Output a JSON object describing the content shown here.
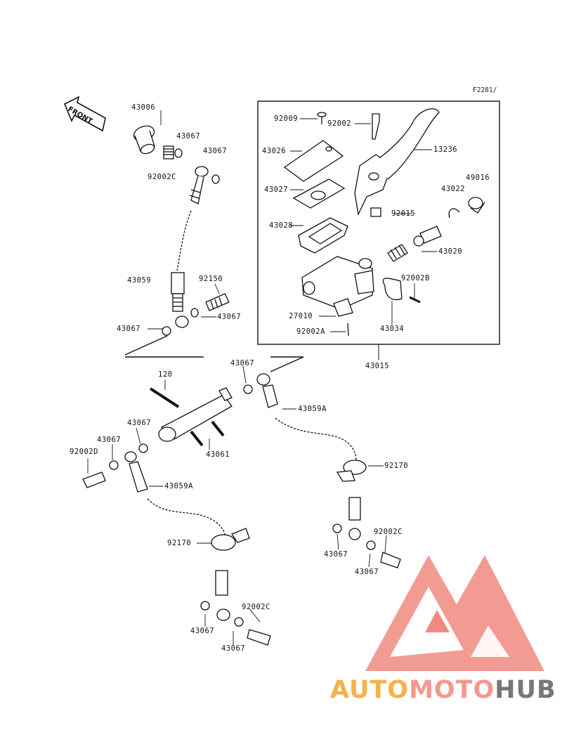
{
  "figure_id": "F2281/",
  "front_label": "FRONT",
  "watermark": {
    "part1": "AUTO",
    "part2": "MOTO",
    "part3": "HUB",
    "colors": {
      "auto": "#f5b14a",
      "moto": "#f2998e",
      "hub": "#777777",
      "triangle": "#f08a80"
    }
  },
  "parts": {
    "p43006": "43006",
    "p43067_a": "43067",
    "p43067_b": "43067",
    "p92002c_a": "92002C",
    "p43059": "43059",
    "p92150": "92150",
    "p43067_c": "43067",
    "p43067_d": "43067",
    "p92009": "92009",
    "p92002": "92002",
    "p43026": "43026",
    "p13236": "13236",
    "p43027": "43027",
    "p43022": "43022",
    "p49016": "49016",
    "p92015": "92015",
    "p43028": "43028",
    "p43020": "43020",
    "p92002b": "92002B",
    "p27010": "27010",
    "p92002a": "92002A",
    "p43034": "43034",
    "p43015": "43015",
    "p120": "120",
    "p43067_e": "43067",
    "p43059a_a": "43059A",
    "p43067_f": "43067",
    "p43061": "43061",
    "p43067_g": "43067",
    "p92002d": "92002D",
    "p43059a_b": "43059A",
    "p92170_a": "92170",
    "p92170_b": "92170",
    "p92002c_b": "92002C",
    "p43067_h": "43067",
    "p43067_i": "43067",
    "p43067_j": "43067",
    "p92002c_c": "92002C",
    "p43067_k": "43067"
  }
}
